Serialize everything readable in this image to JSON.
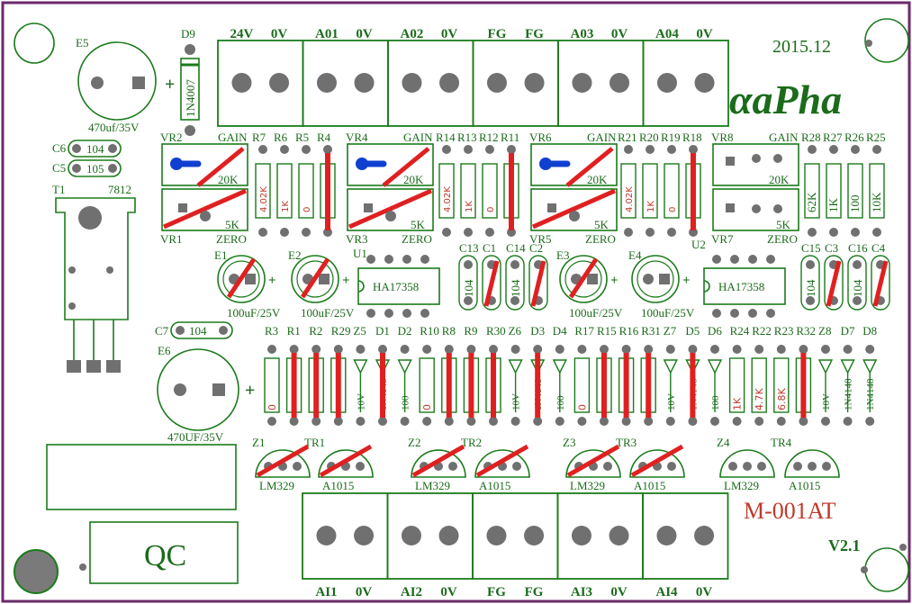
{
  "board": {
    "date": "2015.12",
    "brand": "αaPha",
    "model": "M-001AT",
    "version": "V2.1",
    "qc": "QC",
    "colors": {
      "silkscreen": "#1b7b1b",
      "jumper": "#e02020",
      "pad": "#707070",
      "model_text": "#c0392b",
      "border": "#6b2a6b"
    }
  },
  "top_terminals": [
    "24V",
    "0V",
    "A01",
    "0V",
    "A02",
    "0V",
    "FG",
    "FG",
    "A03",
    "0V",
    "A04",
    "0V"
  ],
  "bottom_terminals": [
    "AI1",
    "0V",
    "AI2",
    "0V",
    "FG",
    "FG",
    "AI3",
    "0V",
    "AI4",
    "0V"
  ],
  "left": {
    "E5": "E5",
    "E5_val": "470uf/35V",
    "D9": "D9",
    "D9_val": "1N4007",
    "C6": "C6",
    "C6_val": "104",
    "C5": "C5",
    "C5_val": "105",
    "T1": "T1",
    "T1_val": "7812",
    "C7": "C7",
    "C7_val": "104",
    "E6": "E6",
    "E6_val": "470UF/35V"
  },
  "vr_groups": [
    {
      "vr_top": "VR2",
      "vr_bot": "VR1",
      "gain": "GAIN",
      "zero": "ZERO",
      "k20": "20K",
      "k5": "5K"
    },
    {
      "vr_top": "VR4",
      "vr_bot": "VR3",
      "gain": "GAIN",
      "zero": "ZERO",
      "k20": "20K",
      "k5": "5K"
    },
    {
      "vr_top": "VR6",
      "vr_bot": "VR5",
      "gain": "GAIN",
      "zero": "ZERO",
      "k20": "20K",
      "k5": "5K"
    },
    {
      "vr_top": "VR8",
      "vr_bot": "VR7",
      "gain": "GAIN",
      "zero": "ZERO",
      "k20": "20K",
      "k5": "5K"
    }
  ],
  "res_groups": [
    {
      "names": [
        "R7",
        "R6",
        "R5",
        "R4"
      ],
      "values": [
        "4.02K",
        "1K",
        "0",
        ""
      ]
    },
    {
      "names": [
        "R14",
        "R13",
        "R12",
        "R11"
      ],
      "values": [
        "4.02K",
        "1K",
        "0",
        ""
      ]
    },
    {
      "names": [
        "R21",
        "R20",
        "R19",
        "R18"
      ],
      "values": [
        "4.02K",
        "1K",
        "0",
        ""
      ]
    },
    {
      "names": [
        "R28",
        "R27",
        "R26",
        "R25"
      ],
      "values": [
        "62K",
        "1K",
        "100",
        "10K"
      ]
    }
  ],
  "caps": [
    "E1",
    "E2",
    "E3",
    "E4"
  ],
  "cap_val": "100uF/25V",
  "ics": [
    {
      "ref": "U1",
      "part": "HA17358"
    },
    {
      "ref": "U2",
      "part": "HA17358"
    }
  ],
  "small_caps": [
    {
      "groups": [
        "C13",
        "C1",
        "C14",
        "C2"
      ],
      "value": "104"
    },
    {
      "groups": [
        "C15",
        "C3",
        "C16",
        "C4"
      ],
      "value": "104"
    }
  ],
  "row_parts": [
    "R3",
    "R1",
    "R2",
    "R29",
    "Z5",
    "D1",
    "D2",
    "R10",
    "R8",
    "R9",
    "R30",
    "Z6",
    "D3",
    "D4",
    "R17",
    "R15",
    "R16",
    "R31",
    "Z7",
    "D5",
    "D6",
    "R24",
    "R22",
    "R23",
    "R32",
    "Z8",
    "D7",
    "D8"
  ],
  "row_values": [
    "0",
    "",
    "",
    "",
    "10V",
    "1N4148",
    "100",
    "0",
    "",
    "",
    "",
    "10V",
    "1N4148",
    "100",
    "0",
    "",
    "",
    "",
    "10V",
    "1N4148",
    "100",
    "1K",
    "4.7K",
    "6.8K",
    "",
    "10V",
    "1N4148",
    "1N4148"
  ],
  "transistors": [
    {
      "z": "Z1",
      "tr": "TR1",
      "z_part": "LM329",
      "tr_part": "A1015"
    },
    {
      "z": "Z2",
      "tr": "TR2",
      "z_part": "LM329",
      "tr_part": "A1015"
    },
    {
      "z": "Z3",
      "tr": "TR3",
      "z_part": "LM329",
      "tr_part": "A1015"
    },
    {
      "z": "Z4",
      "tr": "TR4",
      "z_part": "LM329",
      "tr_part": "A1015"
    }
  ]
}
